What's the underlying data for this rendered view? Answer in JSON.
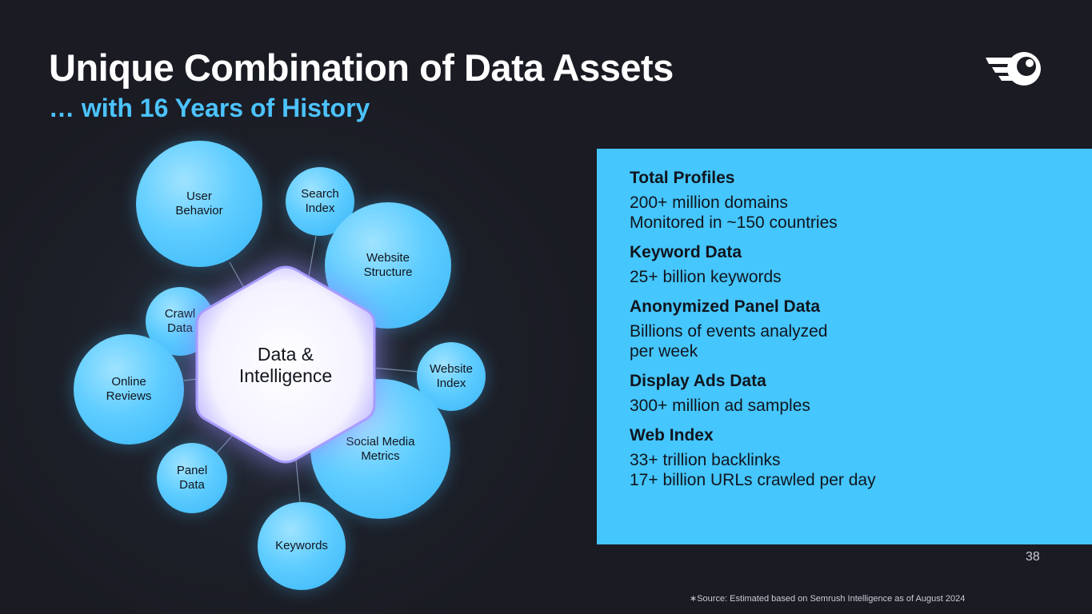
{
  "slide": {
    "title": "Unique Combination of Data Assets",
    "subtitle": "… with 16 Years of History",
    "page_number": "38",
    "source": "∗Source: Estimated based on Semrush Intelligence as of August 2024"
  },
  "colors": {
    "background": "#1a1b23",
    "accent": "#4cc3ff",
    "panel": "#45c6fd",
    "bubble": "#5fcdff"
  },
  "logo": {
    "icon": "semrush-logo-icon"
  },
  "diagram": {
    "center": "Data &\nIntelligence",
    "nodes": [
      {
        "id": "user-behavior",
        "label": "User\nBehavior"
      },
      {
        "id": "search-index",
        "label": "Search\nIndex"
      },
      {
        "id": "website-structure",
        "label": "Website\nStructure"
      },
      {
        "id": "crawl-data",
        "label": "Crawl\nData"
      },
      {
        "id": "website-index",
        "label": "Website\nIndex"
      },
      {
        "id": "online-reviews",
        "label": "Online\nReviews"
      },
      {
        "id": "social-media-metrics",
        "label": "Social Media\nMetrics"
      },
      {
        "id": "panel-data",
        "label": "Panel\nData"
      },
      {
        "id": "keywords",
        "label": "Keywords"
      }
    ]
  },
  "stats": [
    {
      "title": "Total Profiles",
      "lines": [
        "200+ million domains",
        "Monitored in ~150 countries"
      ]
    },
    {
      "title": "Keyword Data",
      "lines": [
        "25+ billion keywords"
      ]
    },
    {
      "title": "Anonymized Panel Data",
      "lines": [
        "Billions of events analyzed",
        "per week"
      ]
    },
    {
      "title": "Display Ads Data",
      "lines": [
        "300+ million ad samples"
      ]
    },
    {
      "title": "Web Index",
      "lines": [
        "33+ trillion backlinks",
        "17+ billion URLs crawled per day"
      ]
    }
  ]
}
